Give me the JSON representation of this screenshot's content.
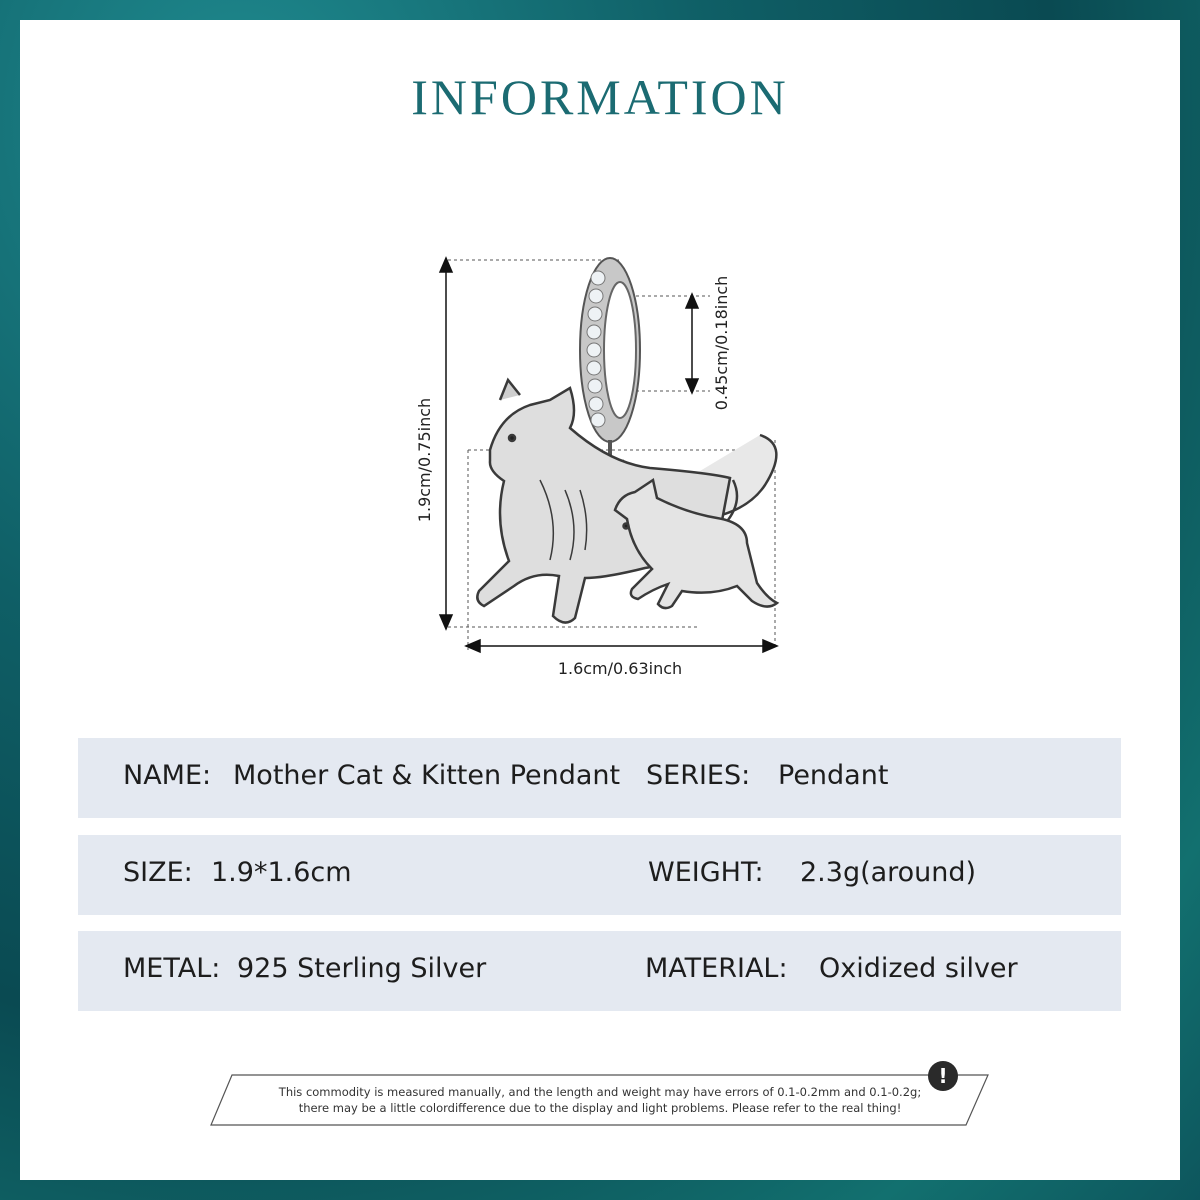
{
  "header": {
    "title": "INFORMATION"
  },
  "dimensions": {
    "height_label": "1.9cm/0.75inch",
    "width_label": "1.6cm/0.63inch",
    "bail_label": "0.45cm/0.18inch"
  },
  "specs": {
    "name_label": "NAME:",
    "name_value": "Mother Cat & Kitten Pendant",
    "series_label": "SERIES:",
    "series_value": "Pendant",
    "size_label": "SIZE:",
    "size_value": "1.9*1.6cm",
    "weight_label": "WEIGHT:",
    "weight_value": "2.3g(around)",
    "metal_label": "METAL:",
    "metal_value": "925 Sterling Silver",
    "material_label": "MATERIAL:",
    "material_value": "Oxidized silver"
  },
  "notice": {
    "line1": "This commodity is measured manually, and the length and weight may have errors of 0.1-0.2mm and 0.1-0.2g;",
    "line2": "there may be a little colordifference due to the display and light problems. Please refer to the real thing!",
    "icon": "exclamation-icon"
  },
  "colors": {
    "accent": "#1b6b72",
    "row_bg": "#e4e9f1",
    "frame": "#0f5f66"
  }
}
